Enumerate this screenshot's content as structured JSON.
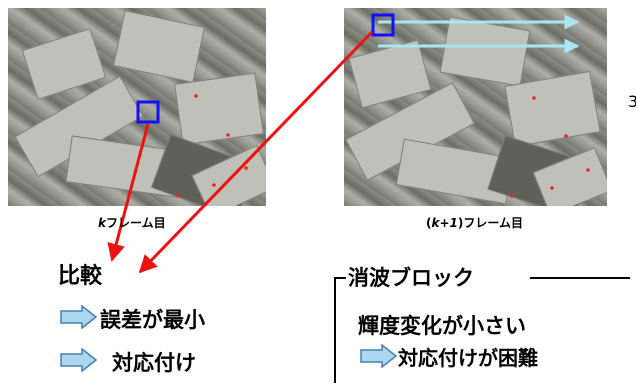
{
  "frame_k": {
    "caption_var": "k",
    "caption_suffix": "フレーム目"
  },
  "frame_k1": {
    "caption_open": "(",
    "caption_var": "k+1",
    "caption_close": ")",
    "caption_suffix": "フレーム目"
  },
  "comparison": {
    "heading": "比較",
    "items": [
      "誤差が最小",
      "対応付け"
    ]
  },
  "breakwater": {
    "heading": "消波ブロック",
    "line1": "輝度変化が小さい",
    "line2": "対応付けが困難"
  },
  "cropped_edge_text": "3",
  "colors": {
    "selection_box": "#1010ff",
    "match_arrow": "#ee1111",
    "motion_arrow": "#a9e6ef",
    "bullet_fill": "#a9d8f0",
    "bullet_stroke": "#4a7fb5",
    "feature_point": "#e02a2a"
  }
}
